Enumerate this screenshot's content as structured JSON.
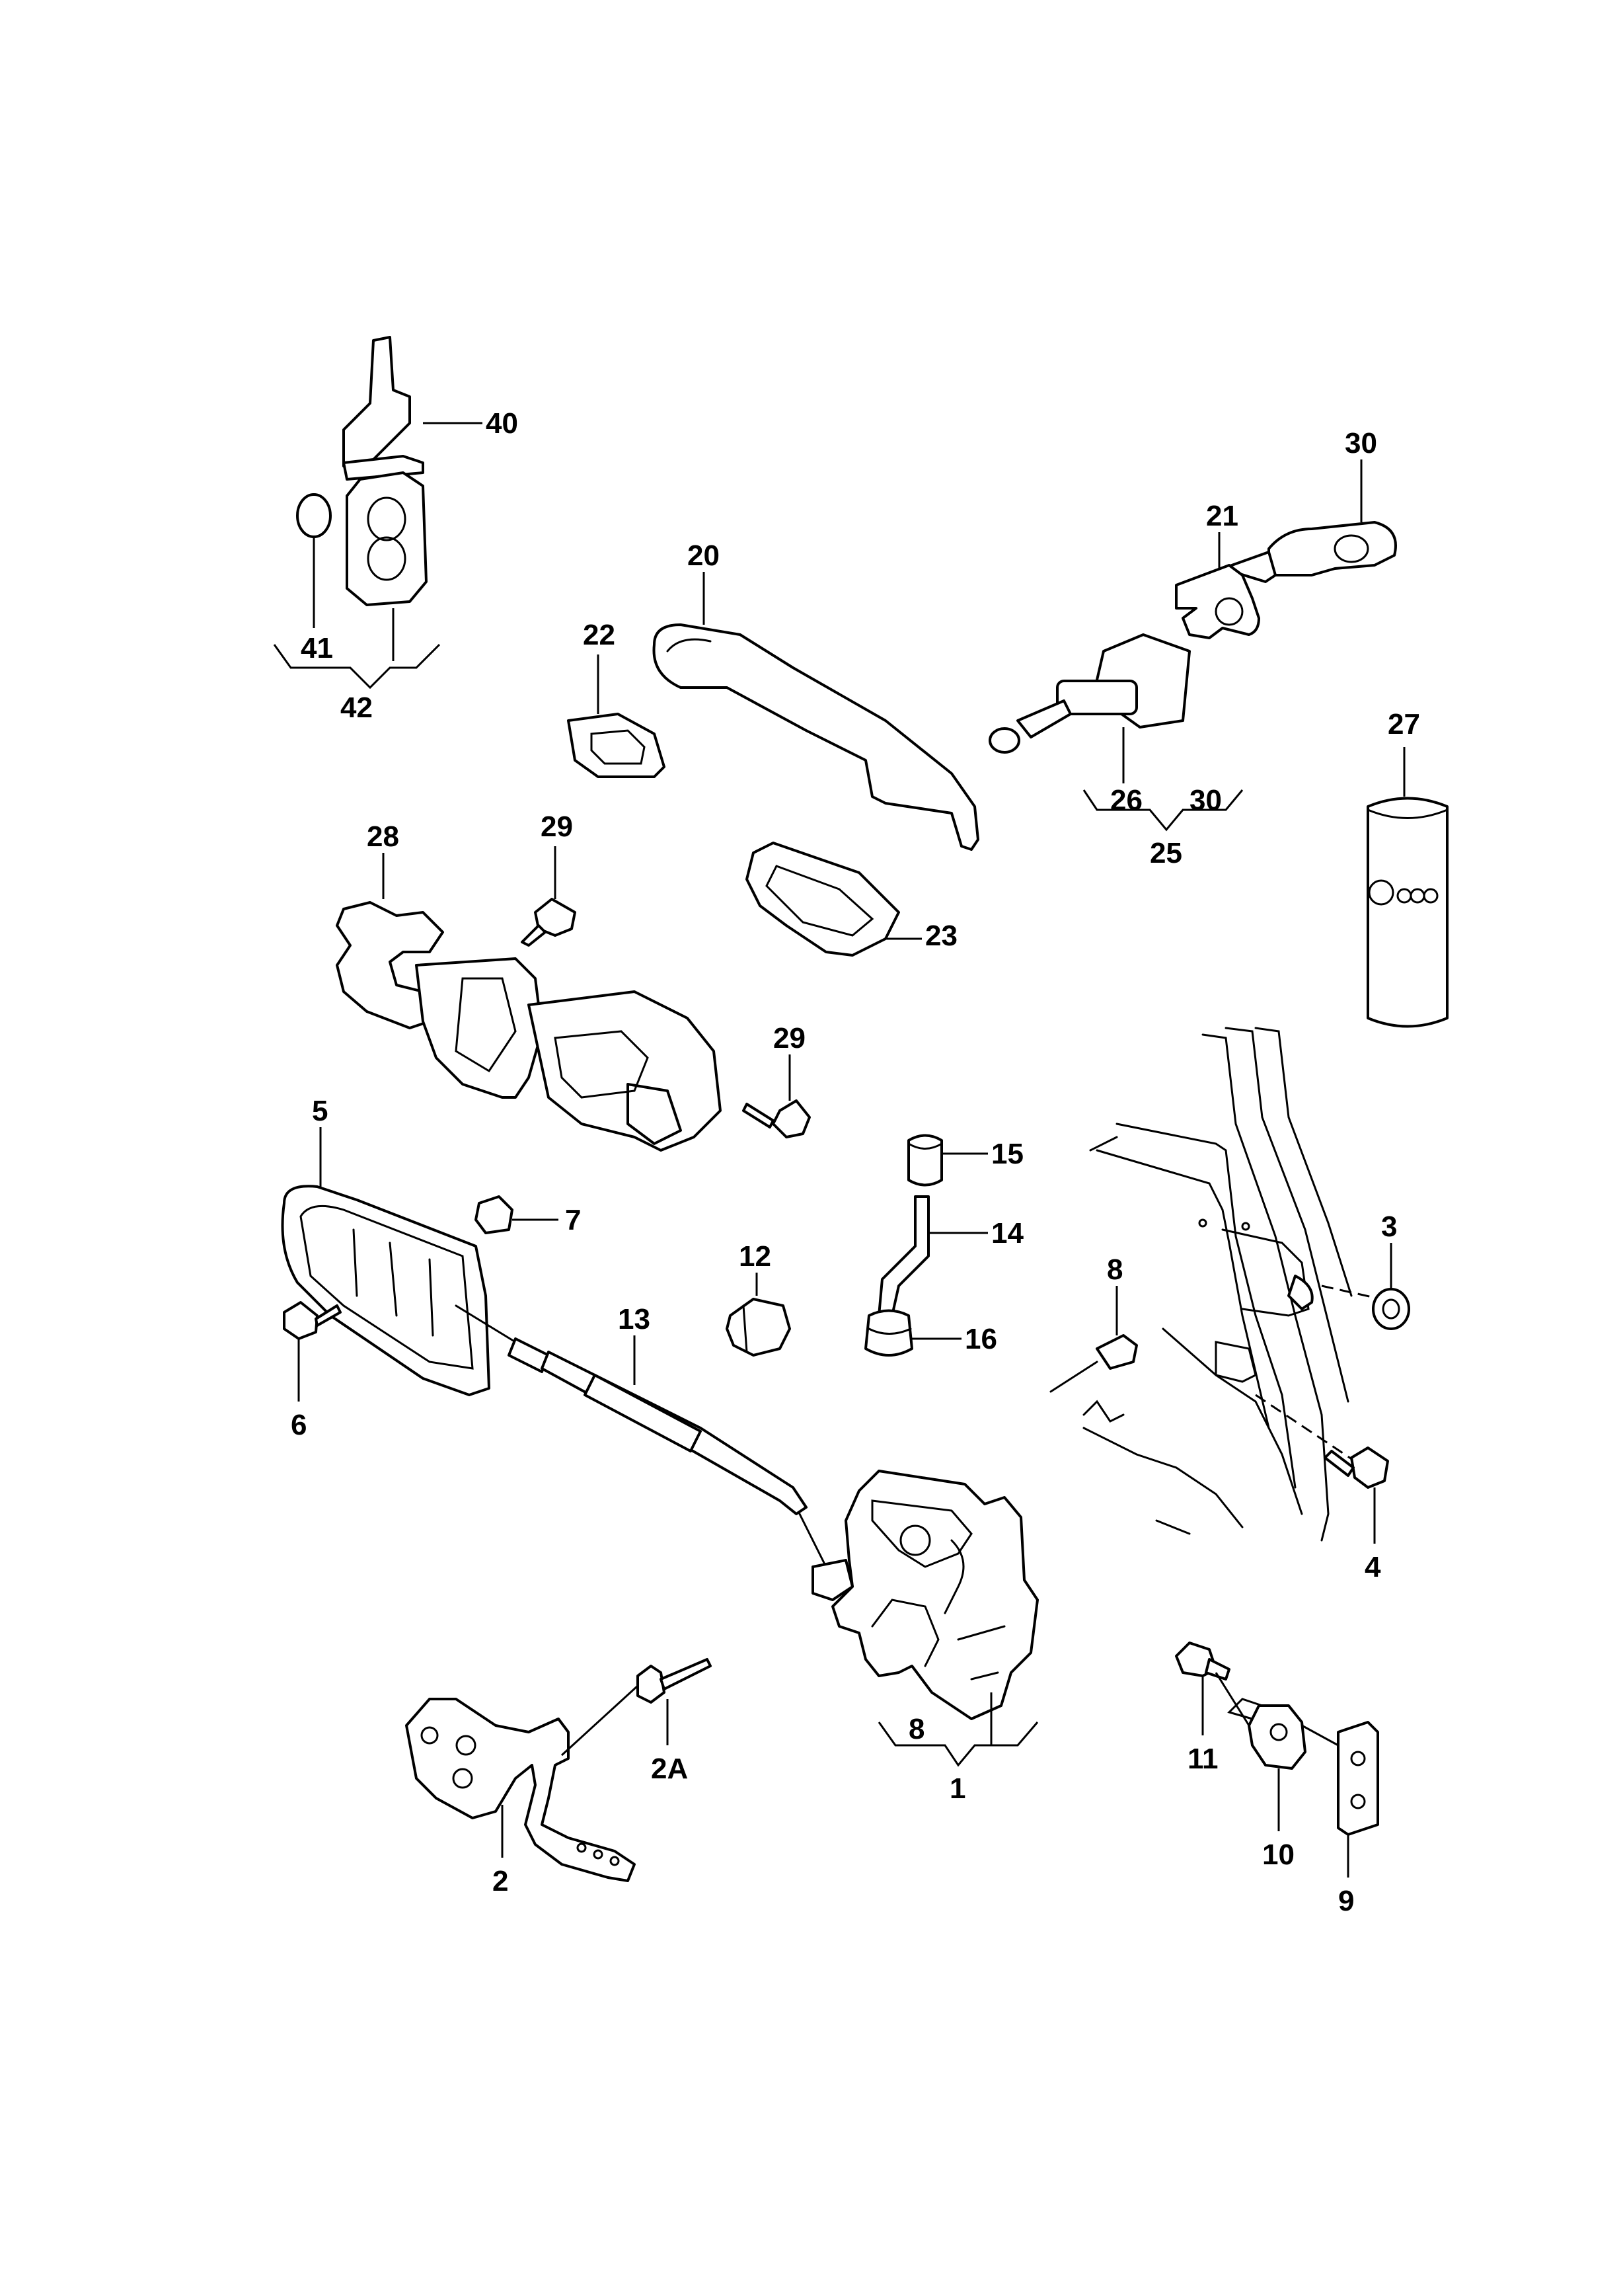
{
  "labels": {
    "l40": "40",
    "l41": "41",
    "l42": "42",
    "l20": "20",
    "l22": "22",
    "l21": "21",
    "l30a": "30",
    "l30b": "30",
    "l26": "26",
    "l25": "25",
    "l27": "27",
    "l28": "28",
    "l29a": "29",
    "l29b": "29",
    "l23": "23",
    "l5": "5",
    "l7": "7",
    "l6": "6",
    "l15": "15",
    "l14": "14",
    "l16": "16",
    "l12": "12",
    "l13": "13",
    "l8a": "8",
    "l8b": "8",
    "l3": "3",
    "l4": "4",
    "l1": "1",
    "l2": "2",
    "l2A": "2A",
    "l11": "11",
    "l10": "10",
    "l9": "9"
  },
  "colors": {
    "line": "#000000",
    "background": "#ffffff"
  }
}
